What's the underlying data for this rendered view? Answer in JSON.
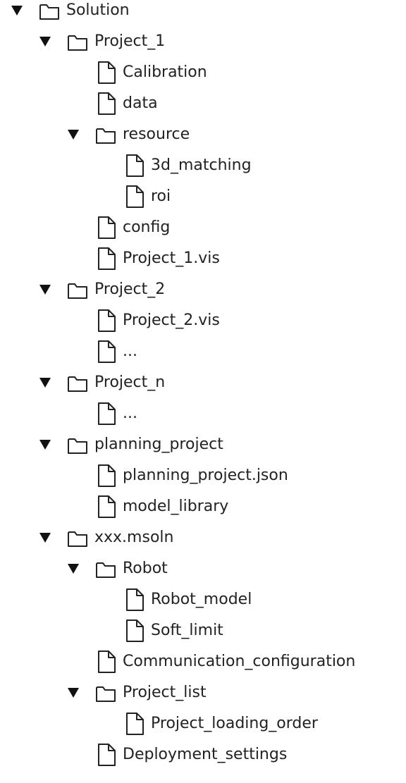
{
  "tree": {
    "nodes": [
      {
        "label": "Solution",
        "type": "folder",
        "depth": 0,
        "expanded": true
      },
      {
        "label": "Project_1",
        "type": "folder",
        "depth": 1,
        "expanded": true
      },
      {
        "label": "Calibration",
        "type": "file",
        "depth": 2
      },
      {
        "label": "data",
        "type": "file",
        "depth": 2
      },
      {
        "label": "resource",
        "type": "folder",
        "depth": 2,
        "expanded": true
      },
      {
        "label": "3d_matching",
        "type": "file",
        "depth": 3
      },
      {
        "label": "roi",
        "type": "file",
        "depth": 3
      },
      {
        "label": "config",
        "type": "file",
        "depth": 2
      },
      {
        "label": "Project_1.vis",
        "type": "file",
        "depth": 2
      },
      {
        "label": "Project_2",
        "type": "folder",
        "depth": 1,
        "expanded": true
      },
      {
        "label": "Project_2.vis",
        "type": "file",
        "depth": 2
      },
      {
        "label": "...",
        "type": "file",
        "depth": 2
      },
      {
        "label": "Project_n",
        "type": "folder",
        "depth": 1,
        "expanded": true
      },
      {
        "label": "...",
        "type": "file",
        "depth": 2
      },
      {
        "label": "planning_project",
        "type": "folder",
        "depth": 1,
        "expanded": true
      },
      {
        "label": "planning_project.json",
        "type": "file",
        "depth": 2
      },
      {
        "label": "model_library",
        "type": "file",
        "depth": 2
      },
      {
        "label": "xxx.msoln",
        "type": "folder",
        "depth": 1,
        "expanded": true
      },
      {
        "label": "Robot",
        "type": "folder",
        "depth": 2,
        "expanded": true
      },
      {
        "label": "Robot_model",
        "type": "file",
        "depth": 3
      },
      {
        "label": "Soft_limit",
        "type": "file",
        "depth": 3
      },
      {
        "label": "Communication_configuration",
        "type": "file",
        "depth": 2
      },
      {
        "label": "Project_list",
        "type": "folder",
        "depth": 2,
        "expanded": true
      },
      {
        "label": "Project_loading_order",
        "type": "file",
        "depth": 3
      },
      {
        "label": "Deployment_settings",
        "type": "file",
        "depth": 2
      }
    ]
  },
  "icons": {
    "folder": "folder-icon",
    "file": "file-icon",
    "expand": "chevron-down-icon"
  },
  "colors": {
    "text": "#222222",
    "icon_stroke": "#222222",
    "arrow": "#111111",
    "background": "#ffffff"
  }
}
